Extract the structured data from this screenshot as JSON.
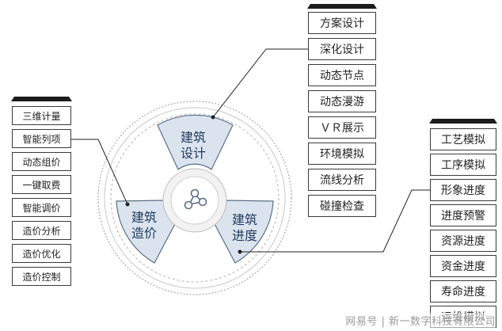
{
  "center": {
    "segments": [
      {
        "label_line1": "建筑",
        "label_line2": "设计"
      },
      {
        "label_line1": "建筑",
        "label_line2": "造价"
      },
      {
        "label_line1": "建筑",
        "label_line2": "进度"
      }
    ],
    "hub_icon": "share-nodes-icon"
  },
  "left_list": {
    "items": [
      "三维计量",
      "智能列项",
      "动态组价",
      "一键取费",
      "智能调价",
      "造价分析",
      "造价优化",
      "造价控制"
    ]
  },
  "middle_list": {
    "items": [
      "方案设计",
      "深化设计",
      "动态节点",
      "动态漫游",
      "ＶＲ展示",
      "环境模拟",
      "流线分析",
      "碰撞检查"
    ]
  },
  "right_list": {
    "items": [
      "工艺模拟",
      "工序模拟",
      "形象进度",
      "进度预警",
      "资源进度",
      "资金进度",
      "寿命进度",
      "运维模拟"
    ]
  },
  "watermark": "网易号 | 新一数字科技有限公司",
  "colors": {
    "segment_fill": "#dbe4ee",
    "segment_stroke": "#5a6f86",
    "label": "#1f3a5f",
    "line": "#222222"
  }
}
